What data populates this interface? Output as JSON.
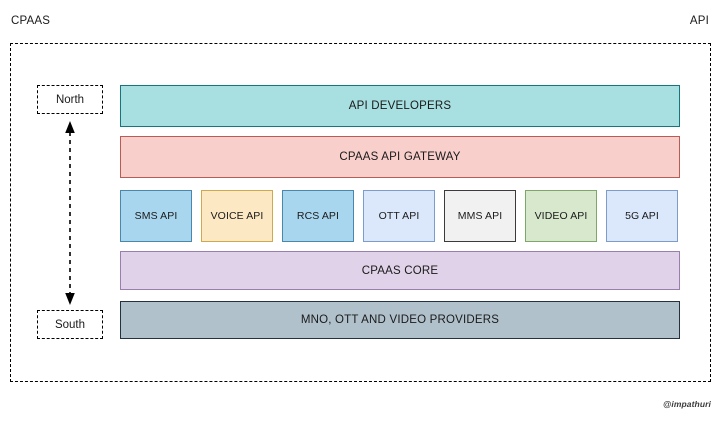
{
  "diagram": {
    "corner_labels": {
      "top_left": "CPAAS",
      "top_right": "API"
    },
    "direction_markers": [
      {
        "key": "north",
        "label": "North"
      },
      {
        "key": "south",
        "label": "South"
      }
    ],
    "arrow": {
      "name": "north-south-bidirectional-arrow",
      "style": "dashed",
      "heads": "both",
      "color": "#000000"
    },
    "layers": [
      {
        "key": "developers",
        "label": "API DEVELOPERS",
        "fill": "#a8dfe0",
        "stroke": "#16757d"
      },
      {
        "key": "gateway",
        "label": "CPAAS API GATEWAY",
        "fill": "#f8cfcb",
        "stroke": "#b85c55"
      },
      {
        "key": "core",
        "label": "CPAAS CORE",
        "fill": "#e0d2e8",
        "stroke": "#9a7fae"
      },
      {
        "key": "providers",
        "label": "MNO, OTT AND VIDEO PROVIDERS",
        "fill": "#b0c1cc",
        "stroke": "#23323c"
      }
    ],
    "api_tiles": [
      {
        "key": "sms",
        "label": "SMS API",
        "fill": "#a9d6ef",
        "stroke": "#4a87ab"
      },
      {
        "key": "voice",
        "label": "VOICE API",
        "fill": "#fce8c3",
        "stroke": "#d0a84d"
      },
      {
        "key": "rcs",
        "label": "RCS API",
        "fill": "#a9d6ef",
        "stroke": "#4a87ab"
      },
      {
        "key": "ott",
        "label": "OTT API",
        "fill": "#dbe7fa",
        "stroke": "#7c9dcb"
      },
      {
        "key": "mms",
        "label": "MMS API",
        "fill": "#f1f1f1",
        "stroke": "#3b3b3b"
      },
      {
        "key": "video",
        "label": "VIDEO API",
        "fill": "#d7e8cd",
        "stroke": "#7fa66b"
      },
      {
        "key": "5g",
        "label": "5G API",
        "fill": "#dbe7fa",
        "stroke": "#7c9dcb"
      }
    ],
    "watermark": "@impathuri",
    "container": {
      "name": "cpaas-api-boundary",
      "border_style": "dashed",
      "border_color": "#000000"
    }
  }
}
